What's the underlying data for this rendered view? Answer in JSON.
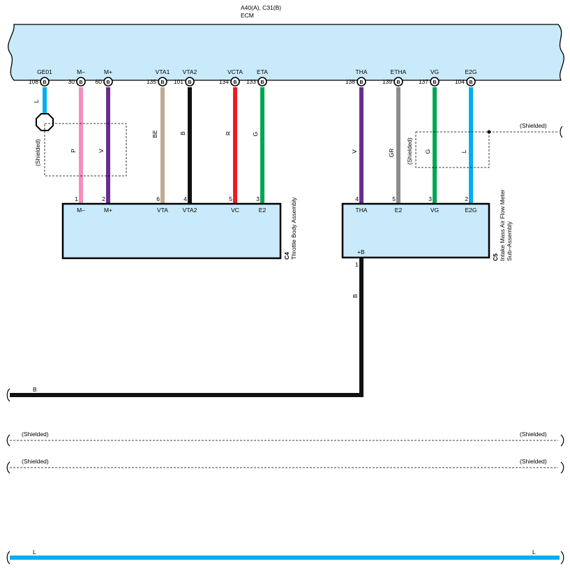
{
  "header": {
    "connector_ids": "A40(A), C31(B)",
    "component": "ECM"
  },
  "colors": {
    "ecm_fill": "#c9eafb",
    "comp_fill": "#c9eafb",
    "L": "#00aeef",
    "P": "#f48fbf",
    "V": "#6a2c91",
    "BE": "#c2aa91",
    "B": "#111111",
    "R": "#ed1c24",
    "G": "#00a651",
    "GR": "#8c8c8c"
  },
  "ecm_pins": [
    {
      "name": "GE01",
      "num": "108",
      "conn": "B"
    },
    {
      "name": "M–",
      "num": "30",
      "conn": "B"
    },
    {
      "name": "M+",
      "num": "60",
      "conn": "B"
    },
    {
      "name": "VTA1",
      "num": "135",
      "conn": "B"
    },
    {
      "name": "VTA2",
      "num": "101",
      "conn": "B"
    },
    {
      "name": "VCTA",
      "num": "134",
      "conn": "B"
    },
    {
      "name": "ETA",
      "num": "133",
      "conn": "B"
    },
    {
      "name": "THA",
      "num": "138",
      "conn": "B"
    },
    {
      "name": "ETHA",
      "num": "139",
      "conn": "B"
    },
    {
      "name": "VG",
      "num": "137",
      "conn": "B"
    },
    {
      "name": "E2G",
      "num": "104",
      "conn": "B"
    }
  ],
  "wires": [
    {
      "code": "L"
    },
    {
      "code": "P"
    },
    {
      "code": "V"
    },
    {
      "code": "BE"
    },
    {
      "code": "B"
    },
    {
      "code": "R"
    },
    {
      "code": "G"
    },
    {
      "code": "V"
    },
    {
      "code": "GR"
    },
    {
      "code": "G"
    },
    {
      "code": "L"
    }
  ],
  "shielded_label": "(Shielded)",
  "throttle": {
    "id": "C4",
    "name": "Throttle Body Assembly",
    "pins": [
      {
        "num": "1",
        "name": "M–"
      },
      {
        "num": "2",
        "name": "M+"
      },
      {
        "num": "6",
        "name": "VTA"
      },
      {
        "num": "4",
        "name": "VTA2"
      },
      {
        "num": "5",
        "name": "VC"
      },
      {
        "num": "3",
        "name": "E2"
      }
    ]
  },
  "maf": {
    "id": "C5",
    "name_line1": "Intake Mass Air Flow Meter",
    "name_line2": "Sub–Assembly",
    "pins": [
      {
        "num": "4",
        "name": "THA"
      },
      {
        "num": "5",
        "name": "E2"
      },
      {
        "num": "3",
        "name": "VG"
      },
      {
        "num": "2",
        "name": "E2G"
      }
    ],
    "power_pin": {
      "num": "1",
      "name": "+B",
      "wire": "B"
    }
  },
  "bottom_lines": [
    {
      "code": "B",
      "label_left": "B"
    },
    {
      "label_left": "(Shielded)",
      "label_right": "(Shielded)"
    },
    {
      "label_left": "(Shielded)",
      "label_right": "(Shielded)"
    },
    {
      "code": "L",
      "label_left": "L",
      "label_right": "L"
    }
  ]
}
